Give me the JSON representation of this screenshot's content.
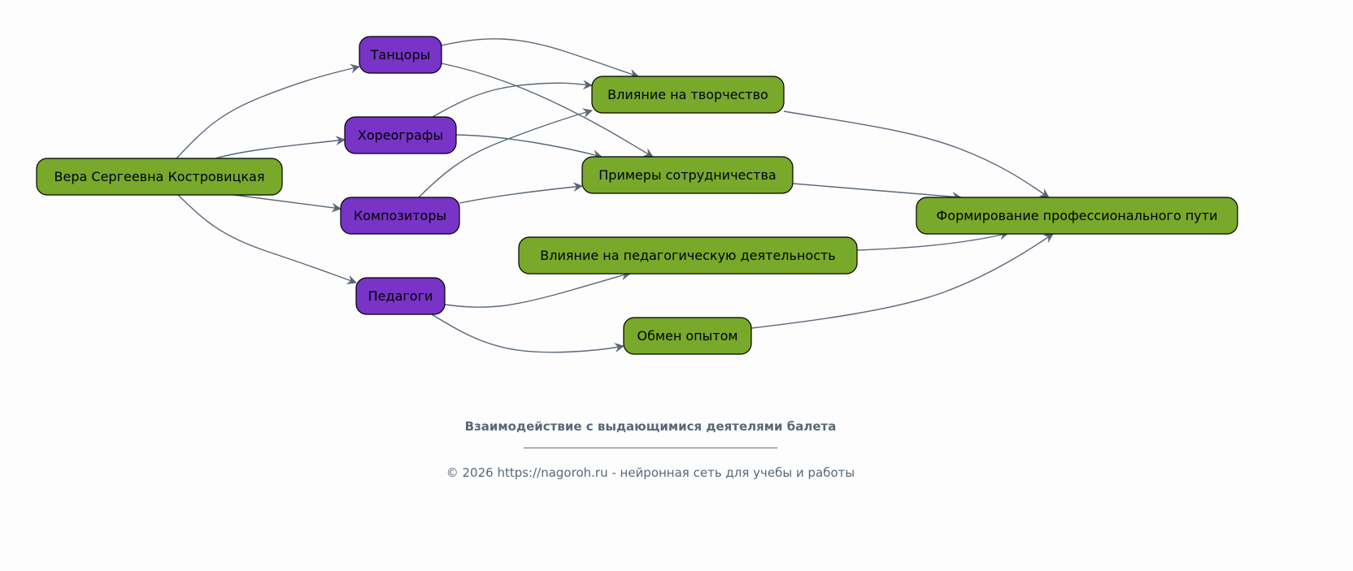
{
  "colors": {
    "primary_node": "#78a92a",
    "group_node": "#7734c6",
    "edge": "#5a6778",
    "caption": "#5a6778"
  },
  "nodes": {
    "root": "Вера Сергеевна Костровицкая",
    "dancers": "Танцоры",
    "choreographers": "Хореографы",
    "composers": "Композиторы",
    "teachers": "Педагоги",
    "creative_influence": "Влияние на творчество",
    "collaboration_examples": "Примеры сотрудничества",
    "pedagogical_influence": "Влияние на педагогическую деятельность",
    "experience_exchange": "Обмен опытом",
    "career_formation": "Формирование профессионального пути"
  },
  "edges": [
    [
      "root",
      "dancers"
    ],
    [
      "root",
      "choreographers"
    ],
    [
      "root",
      "composers"
    ],
    [
      "root",
      "teachers"
    ],
    [
      "dancers",
      "creative_influence"
    ],
    [
      "dancers",
      "collaboration_examples"
    ],
    [
      "choreographers",
      "creative_influence"
    ],
    [
      "choreographers",
      "collaboration_examples"
    ],
    [
      "composers",
      "creative_influence"
    ],
    [
      "composers",
      "collaboration_examples"
    ],
    [
      "teachers",
      "pedagogical_influence"
    ],
    [
      "teachers",
      "experience_exchange"
    ],
    [
      "creative_influence",
      "career_formation"
    ],
    [
      "collaboration_examples",
      "career_formation"
    ],
    [
      "pedagogical_influence",
      "career_formation"
    ],
    [
      "experience_exchange",
      "career_formation"
    ]
  ],
  "caption": {
    "title": "Взаимодействие с выдающимися деятелями балета",
    "separator": "________________________________________________",
    "footer": "© 2026 https://nagoroh.ru - нейронная сеть для учебы и работы"
  }
}
